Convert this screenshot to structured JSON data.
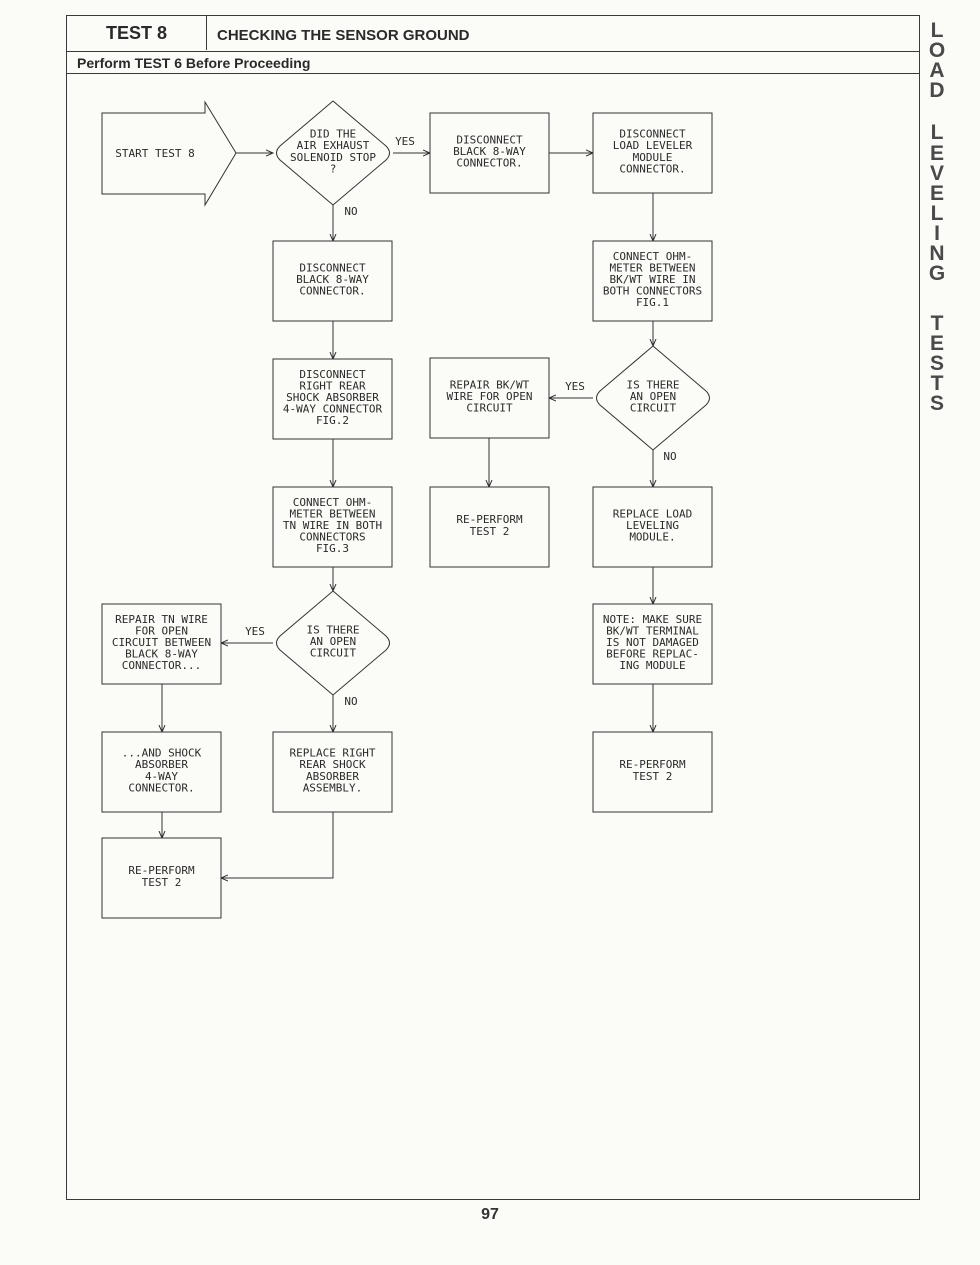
{
  "header": {
    "test_number": "TEST 8",
    "title": "CHECKING THE SENSOR GROUND",
    "prerequisite": "Perform TEST 6 Before Proceeding"
  },
  "side_tab": {
    "letters": [
      "L",
      "O",
      "A",
      "D",
      "L",
      "E",
      "V",
      "E",
      "L",
      "I",
      "N",
      "G",
      "T",
      "E",
      "S",
      "T",
      "S"
    ]
  },
  "page_number": "97",
  "flowchart": {
    "nodes": [
      {
        "id": "start",
        "type": "arrow",
        "lines": [
          "START TEST 8"
        ]
      },
      {
        "id": "d1",
        "type": "decision",
        "lines": [
          "DID THE",
          "AIR EXHAUST",
          "SOLENOID STOP",
          "?"
        ]
      },
      {
        "id": "p_bl1",
        "type": "process",
        "lines": [
          "DISCONNECT",
          "BLACK 8-WAY",
          "CONNECTOR."
        ]
      },
      {
        "id": "p_llm",
        "type": "process",
        "lines": [
          "DISCONNECT",
          "LOAD LEVELER",
          "MODULE",
          "CONNECTOR."
        ]
      },
      {
        "id": "p_bl2",
        "type": "process",
        "lines": [
          "DISCONNECT",
          "BLACK 8-WAY",
          "CONNECTOR."
        ]
      },
      {
        "id": "p_shock",
        "type": "process",
        "lines": [
          "DISCONNECT",
          "RIGHT REAR",
          "SHOCK ABSORBER",
          "4-WAY CONNECTOR",
          "FIG.2"
        ]
      },
      {
        "id": "p_ohm3",
        "type": "process",
        "lines": [
          "CONNECT OHM-",
          "METER BETWEEN",
          "TN WIRE IN BOTH",
          "CONNECTORS",
          "FIG.3"
        ]
      },
      {
        "id": "d_tn",
        "type": "decision",
        "lines": [
          "IS THERE",
          "AN OPEN",
          "CIRCUIT"
        ]
      },
      {
        "id": "p_repair_tn",
        "type": "process",
        "lines": [
          "REPAIR TN WIRE",
          "FOR OPEN",
          "CIRCUIT BETWEEN",
          "BLACK 8-WAY",
          "CONNECTOR..."
        ]
      },
      {
        "id": "p_and_shock",
        "type": "process",
        "lines": [
          "...AND SHOCK",
          "ABSORBER",
          "4-WAY",
          "CONNECTOR."
        ]
      },
      {
        "id": "p_replace_shock",
        "type": "process",
        "lines": [
          "REPLACE RIGHT",
          "REAR SHOCK",
          "ABSORBER",
          "ASSEMBLY."
        ]
      },
      {
        "id": "p_reperform_l",
        "type": "process",
        "lines": [
          "RE-PERFORM",
          "TEST 2"
        ]
      },
      {
        "id": "p_ohm1",
        "type": "process",
        "lines": [
          "CONNECT OHM-",
          "METER BETWEEN",
          "BK/WT WIRE IN",
          "BOTH CONNECTORS",
          "FIG.1"
        ]
      },
      {
        "id": "d_bkwt",
        "type": "decision",
        "lines": [
          "IS THERE",
          "AN OPEN",
          "CIRCUIT"
        ]
      },
      {
        "id": "p_repair_bkwt",
        "type": "process",
        "lines": [
          "REPAIR BK/WT",
          "WIRE FOR OPEN",
          "CIRCUIT"
        ]
      },
      {
        "id": "p_reperform_m",
        "type": "process",
        "lines": [
          "RE-PERFORM",
          "TEST 2"
        ]
      },
      {
        "id": "p_replace_mod",
        "type": "process",
        "lines": [
          "REPLACE LOAD",
          "LEVELING",
          "MODULE."
        ]
      },
      {
        "id": "p_note",
        "type": "process",
        "lines": [
          "NOTE: MAKE SURE",
          "BK/WT TERMINAL",
          "IS NOT DAMAGED",
          "BEFORE REPLAC-",
          "ING MODULE"
        ]
      },
      {
        "id": "p_reperform_r",
        "type": "process",
        "lines": [
          "RE-PERFORM",
          "TEST 2"
        ]
      }
    ],
    "edge_labels": [
      {
        "id": "lbl_yes_1",
        "text": "YES"
      },
      {
        "id": "lbl_no_1",
        "text": "NO"
      },
      {
        "id": "lbl_yes_bkwt",
        "text": "YES"
      },
      {
        "id": "lbl_no_bkwt",
        "text": "NO"
      },
      {
        "id": "lbl_yes_tn",
        "text": "YES"
      },
      {
        "id": "lbl_no_tn",
        "text": "NO"
      }
    ]
  }
}
